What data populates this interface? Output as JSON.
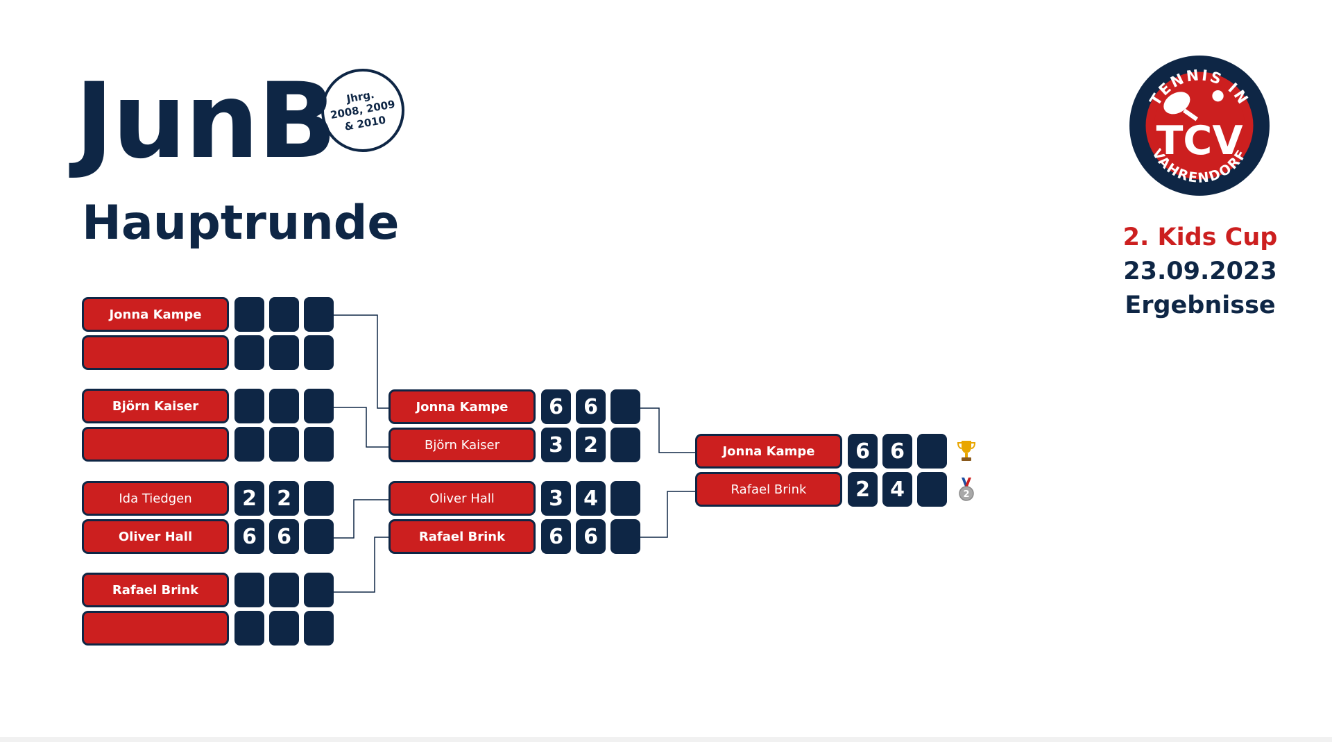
{
  "header": {
    "title": "JunB",
    "subtitle": "Hauptrunde",
    "badge_lines": [
      "Jhrg.",
      "2008, 2009",
      "& 2010"
    ]
  },
  "logo": {
    "icon": "tc-vahrendorf-logo",
    "ring_text_top": "TENNIS IN",
    "ring_text_bottom": "VAHRENDORF",
    "monogram": "TCV",
    "colors": {
      "ring": "#0e2645",
      "inner": "#cc1f1f"
    }
  },
  "event": {
    "name": "2. Kids Cup",
    "date": "23.09.2023",
    "label": "Ergebnisse"
  },
  "colors": {
    "navy": "#0e2645",
    "red": "#cc1f1f",
    "gold": "#e9a600",
    "silver": "#a8a8a8"
  },
  "bracket": {
    "round1": [
      {
        "players": [
          {
            "name": "Jonna Kampe",
            "winner": true,
            "scores": [
              "",
              "",
              ""
            ]
          },
          {
            "name": "",
            "winner": false,
            "scores": [
              "",
              "",
              ""
            ]
          }
        ]
      },
      {
        "players": [
          {
            "name": "Björn Kaiser",
            "winner": true,
            "scores": [
              "",
              "",
              ""
            ]
          },
          {
            "name": "",
            "winner": false,
            "scores": [
              "",
              "",
              ""
            ]
          }
        ]
      },
      {
        "players": [
          {
            "name": "Ida Tiedgen",
            "winner": false,
            "scores": [
              "2",
              "2",
              ""
            ]
          },
          {
            "name": "Oliver Hall",
            "winner": true,
            "scores": [
              "6",
              "6",
              ""
            ]
          }
        ]
      },
      {
        "players": [
          {
            "name": "Rafael Brink",
            "winner": true,
            "scores": [
              "",
              "",
              ""
            ]
          },
          {
            "name": "",
            "winner": false,
            "scores": [
              "",
              "",
              ""
            ]
          }
        ]
      }
    ],
    "round2": [
      {
        "players": [
          {
            "name": "Jonna Kampe",
            "winner": true,
            "scores": [
              "6",
              "6",
              ""
            ]
          },
          {
            "name": "Björn Kaiser",
            "winner": false,
            "scores": [
              "3",
              "2",
              ""
            ]
          }
        ]
      },
      {
        "players": [
          {
            "name": "Oliver Hall",
            "winner": false,
            "scores": [
              "3",
              "4",
              ""
            ]
          },
          {
            "name": "Rafael Brink",
            "winner": true,
            "scores": [
              "6",
              "6",
              ""
            ]
          }
        ]
      }
    ],
    "final": [
      {
        "players": [
          {
            "name": "Jonna Kampe",
            "winner": true,
            "scores": [
              "6",
              "6",
              ""
            ],
            "award": "trophy-icon"
          },
          {
            "name": "Rafael Brink",
            "winner": false,
            "scores": [
              "2",
              "4",
              ""
            ],
            "award": "silver-medal-icon",
            "award_label": "2"
          }
        ]
      }
    ]
  }
}
